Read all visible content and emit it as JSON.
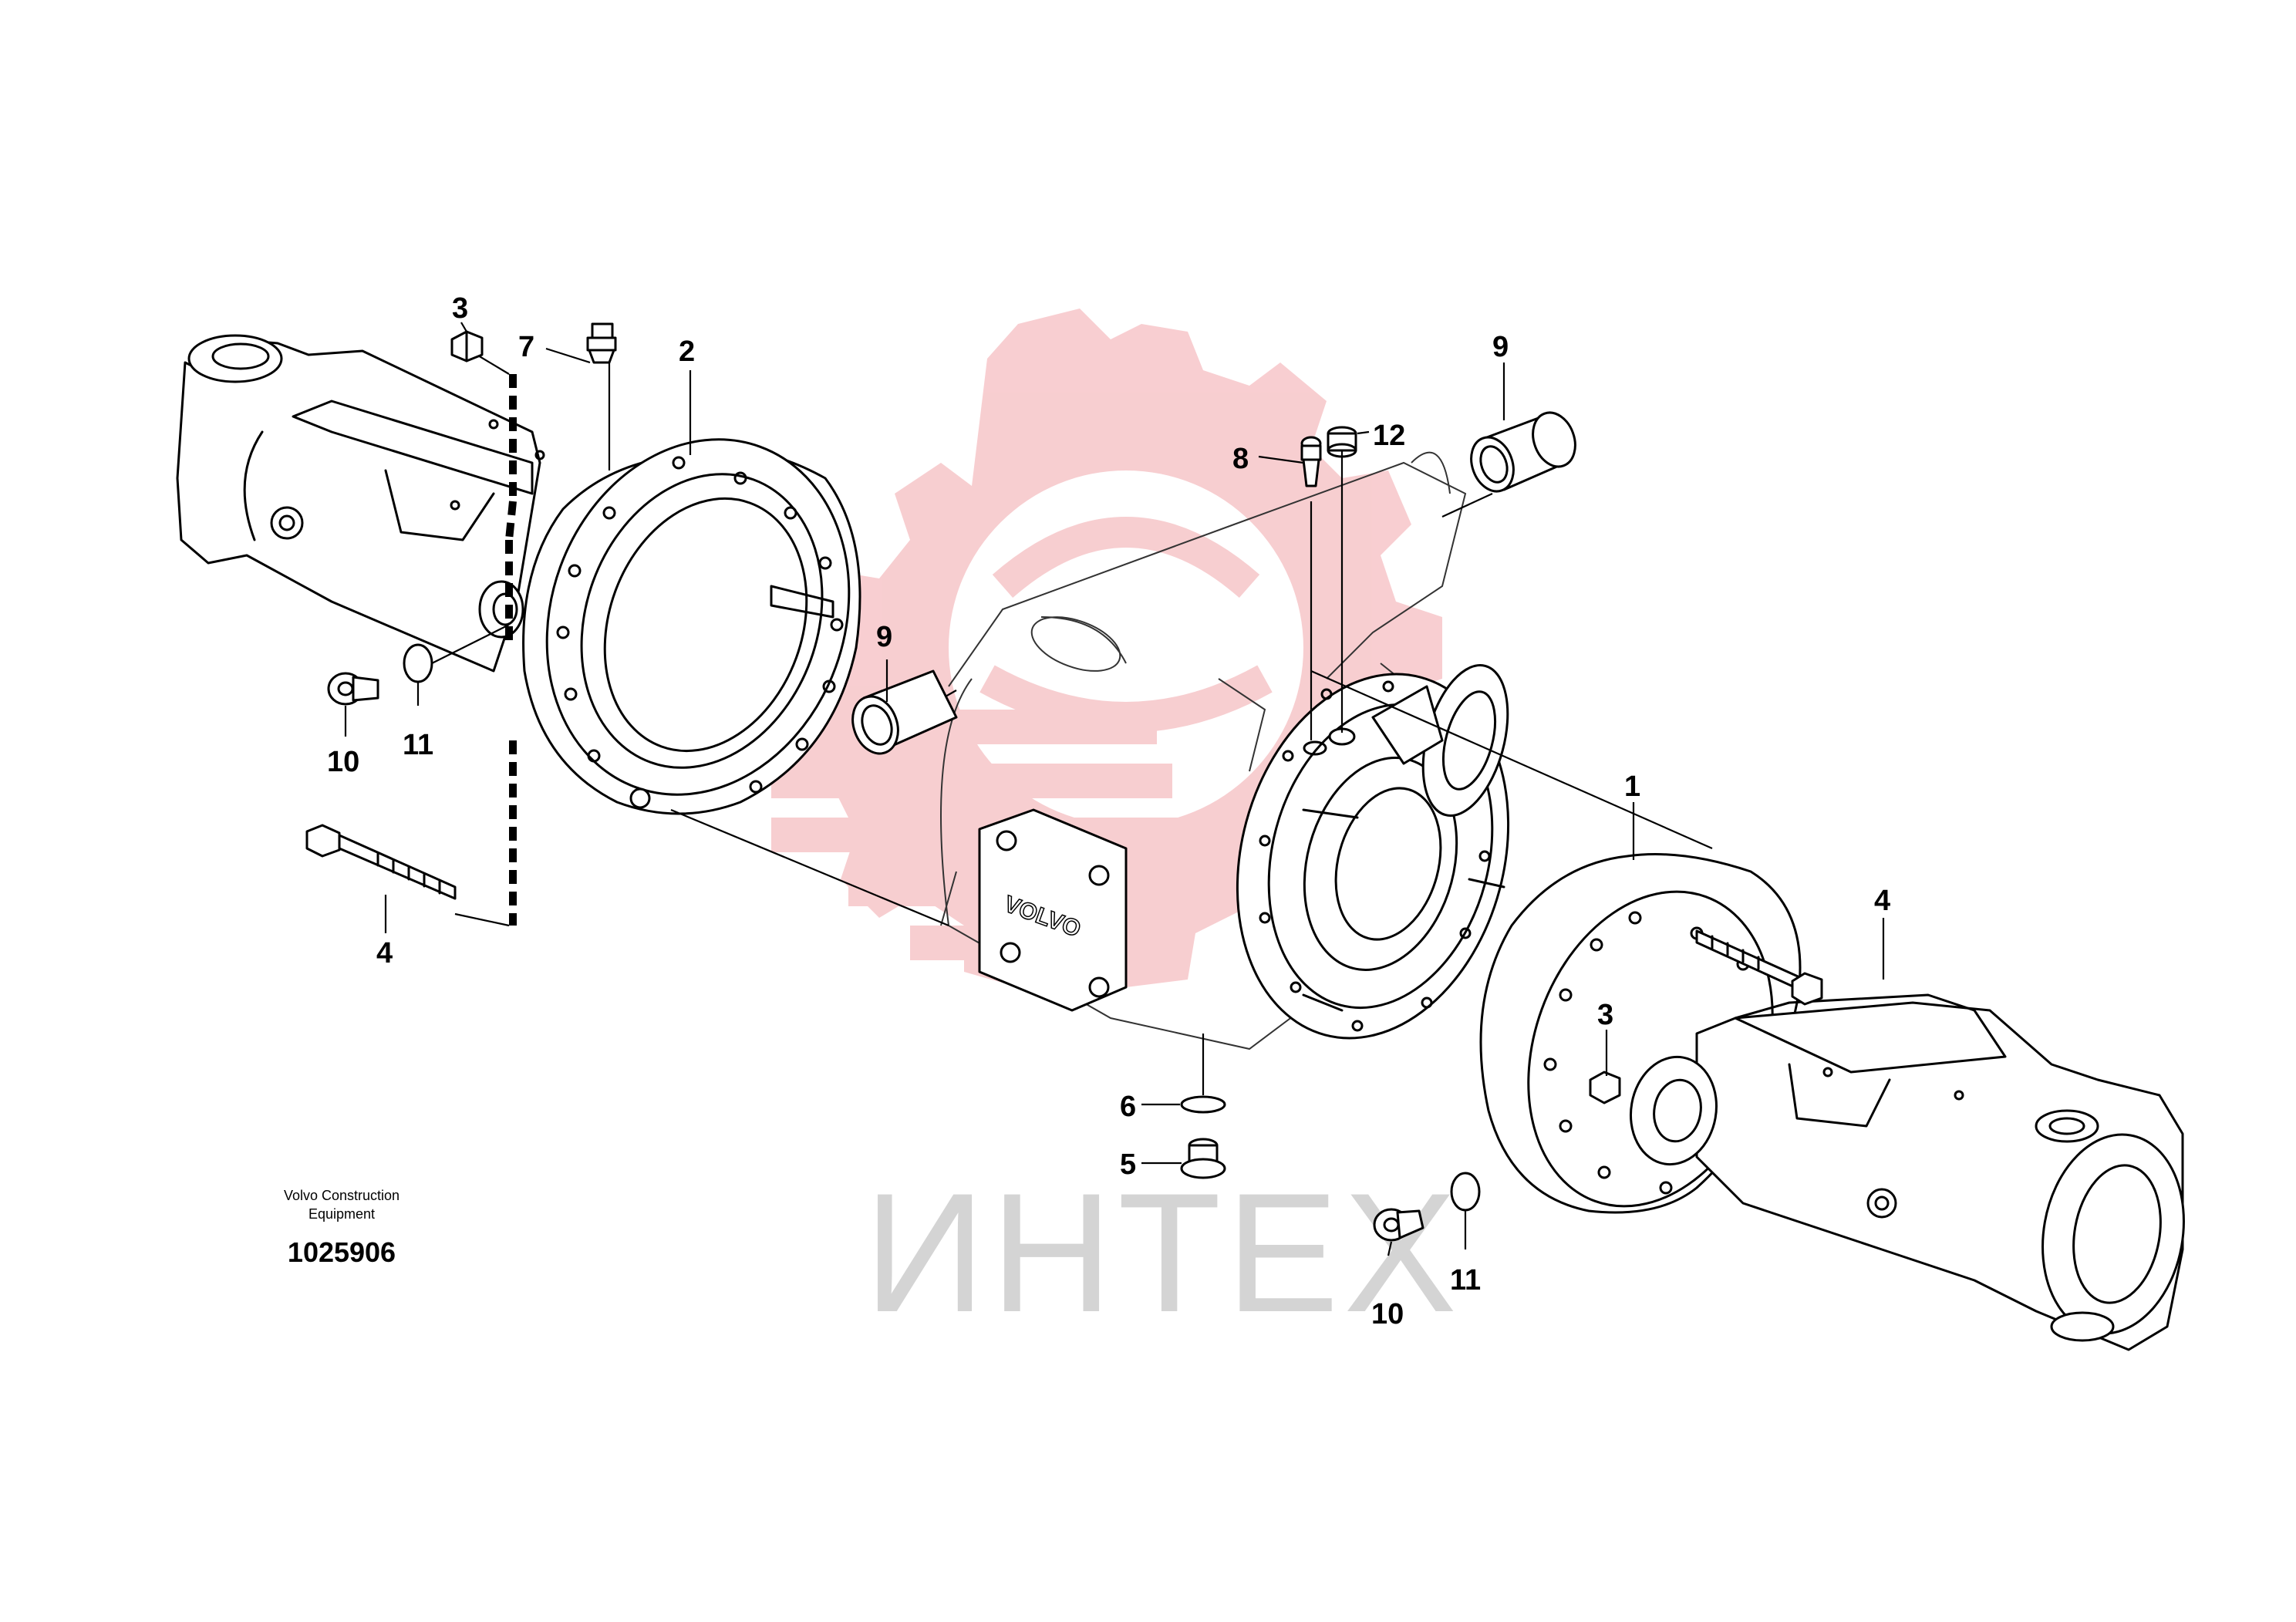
{
  "diagram": {
    "callouts": [
      {
        "id": "1",
        "label": "1"
      },
      {
        "id": "2",
        "label": "2"
      },
      {
        "id": "3a",
        "label": "3"
      },
      {
        "id": "3b",
        "label": "3"
      },
      {
        "id": "4a",
        "label": "4"
      },
      {
        "id": "4b",
        "label": "4"
      },
      {
        "id": "5",
        "label": "5"
      },
      {
        "id": "6",
        "label": "6"
      },
      {
        "id": "7",
        "label": "7"
      },
      {
        "id": "8",
        "label": "8"
      },
      {
        "id": "9a",
        "label": "9"
      },
      {
        "id": "9b",
        "label": "9"
      },
      {
        "id": "10a",
        "label": "10"
      },
      {
        "id": "10b",
        "label": "10"
      },
      {
        "id": "11a",
        "label": "11"
      },
      {
        "id": "11b",
        "label": "11"
      },
      {
        "id": "12",
        "label": "12"
      }
    ],
    "casting_text": "VOLVO",
    "caption_line1": "Volvo Construction",
    "caption_line2": "Equipment",
    "drawing_number": "1025906",
    "watermark_text": "ИНТЕХ",
    "watermark_color": "#f7c9cc",
    "watermark_text_color": "#d4d4d4"
  }
}
